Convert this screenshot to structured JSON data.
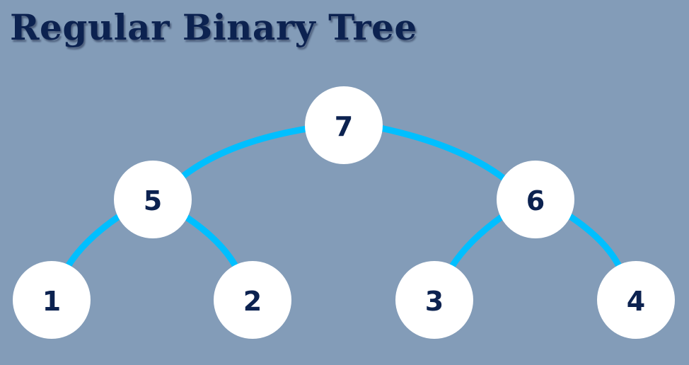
{
  "title": "Regular Binary Tree",
  "colors": {
    "background": "#839cb8",
    "title": "#0c2250",
    "edge": "#00bfff",
    "node_fill": "#ffffff",
    "node_text": "#0c2250"
  },
  "tree": {
    "nodes": [
      {
        "id": "n7",
        "label": "7"
      },
      {
        "id": "n5",
        "label": "5"
      },
      {
        "id": "n6",
        "label": "6"
      },
      {
        "id": "n1",
        "label": "1"
      },
      {
        "id": "n2",
        "label": "2"
      },
      {
        "id": "n3",
        "label": "3"
      },
      {
        "id": "n4",
        "label": "4"
      }
    ],
    "edges": [
      {
        "from": "n7",
        "to": "n5"
      },
      {
        "from": "n7",
        "to": "n6"
      },
      {
        "from": "n5",
        "to": "n1"
      },
      {
        "from": "n5",
        "to": "n2"
      },
      {
        "from": "n6",
        "to": "n3"
      },
      {
        "from": "n6",
        "to": "n4"
      }
    ]
  }
}
